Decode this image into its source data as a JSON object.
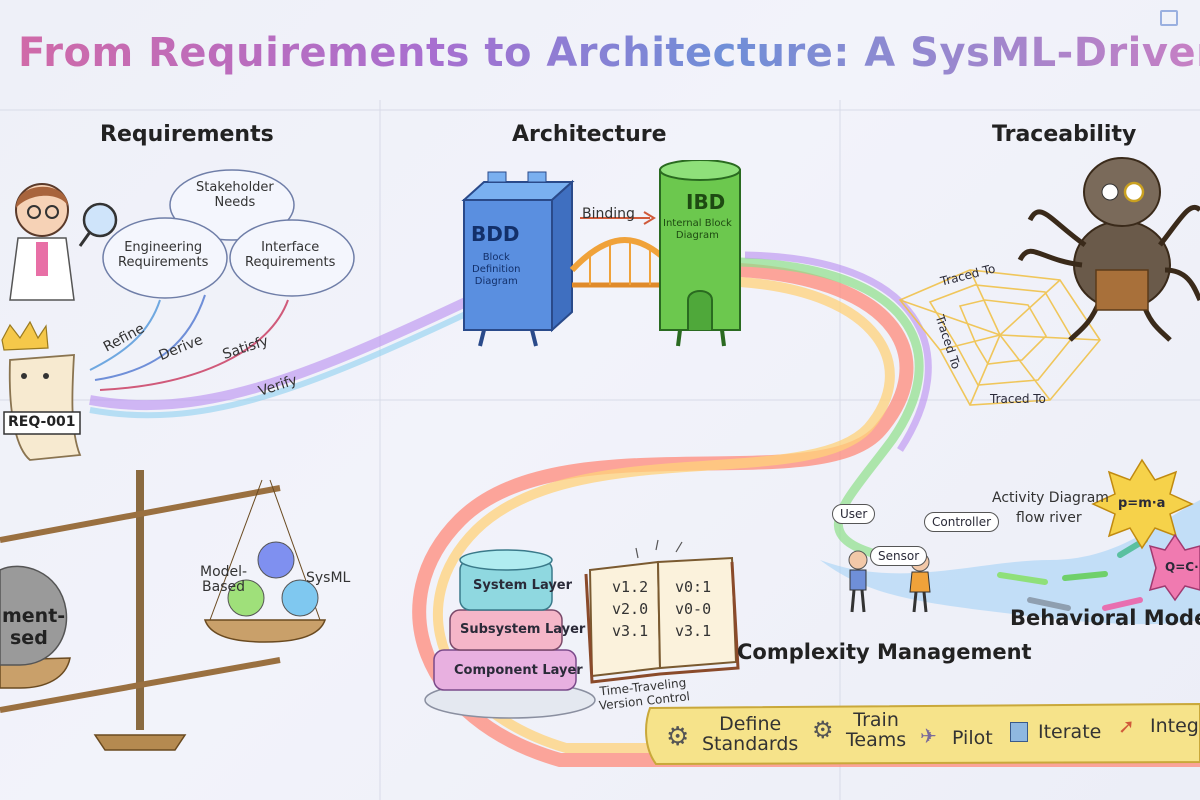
{
  "title": "From Requirements to Architecture: A SysML-Driven Process",
  "sections": {
    "requirements": "Requirements",
    "architecture": "Architecture",
    "traceability": "Traceability",
    "complexity": "Complexity Management",
    "behavioral": "Behavioral Modeling"
  },
  "clouds": {
    "stakeholder": [
      "Stakeholder",
      "Needs"
    ],
    "engineering": [
      "Engineering",
      "Requirements"
    ],
    "interface": [
      "Interface",
      "Requirements"
    ]
  },
  "relations": {
    "refine": "Refine",
    "derive": "Derive",
    "satisfy": "Satisfy",
    "verify": "Verify"
  },
  "req_tag": "REQ-001",
  "bdd": {
    "abbr": "BDD",
    "name": [
      "Block",
      "Definition",
      "Diagram"
    ]
  },
  "ibd": {
    "abbr": "IBD",
    "name": [
      "Internal Block",
      "Diagram"
    ]
  },
  "binding": "Binding",
  "traced": {
    "t1": "Traced To",
    "t2": "Traced To",
    "t3": "Traced To"
  },
  "scale": {
    "left": [
      "ment-",
      "sed"
    ],
    "model_based": [
      "Model-",
      "Based"
    ],
    "sysml": "SysML"
  },
  "cake": {
    "system": "System Layer",
    "subsystem": "Subsystem Layer",
    "component": "Component Layer"
  },
  "book": {
    "left": [
      "v1.2",
      "v2.0",
      "v3.1"
    ],
    "right": [
      "v0:1",
      "v0-0",
      "v3.1"
    ],
    "caption": [
      "Time-Traveling",
      "Version Control"
    ]
  },
  "activity": {
    "title": "Activity Diagram",
    "subtitle": "flow river",
    "user": "User",
    "sensor": "Sensor",
    "controller": "Controller",
    "formula1": "p=m·a",
    "formula2": "Q=C·"
  },
  "steps": {
    "define": [
      "Define",
      "Standards"
    ],
    "train": [
      "Train",
      "Teams"
    ],
    "pilot": "Pilot",
    "iterate": "Iterate",
    "integrate": "Integ"
  },
  "colors": {
    "rainbow": [
      "#ff7a7a",
      "#ffb86b",
      "#f5e56b",
      "#8fe08a",
      "#7ab8f5",
      "#b98ef0"
    ],
    "bdd_blue": "#5a8fe0",
    "ibd_green": "#6cc84e",
    "banner_yellow": "#f6e38a"
  }
}
